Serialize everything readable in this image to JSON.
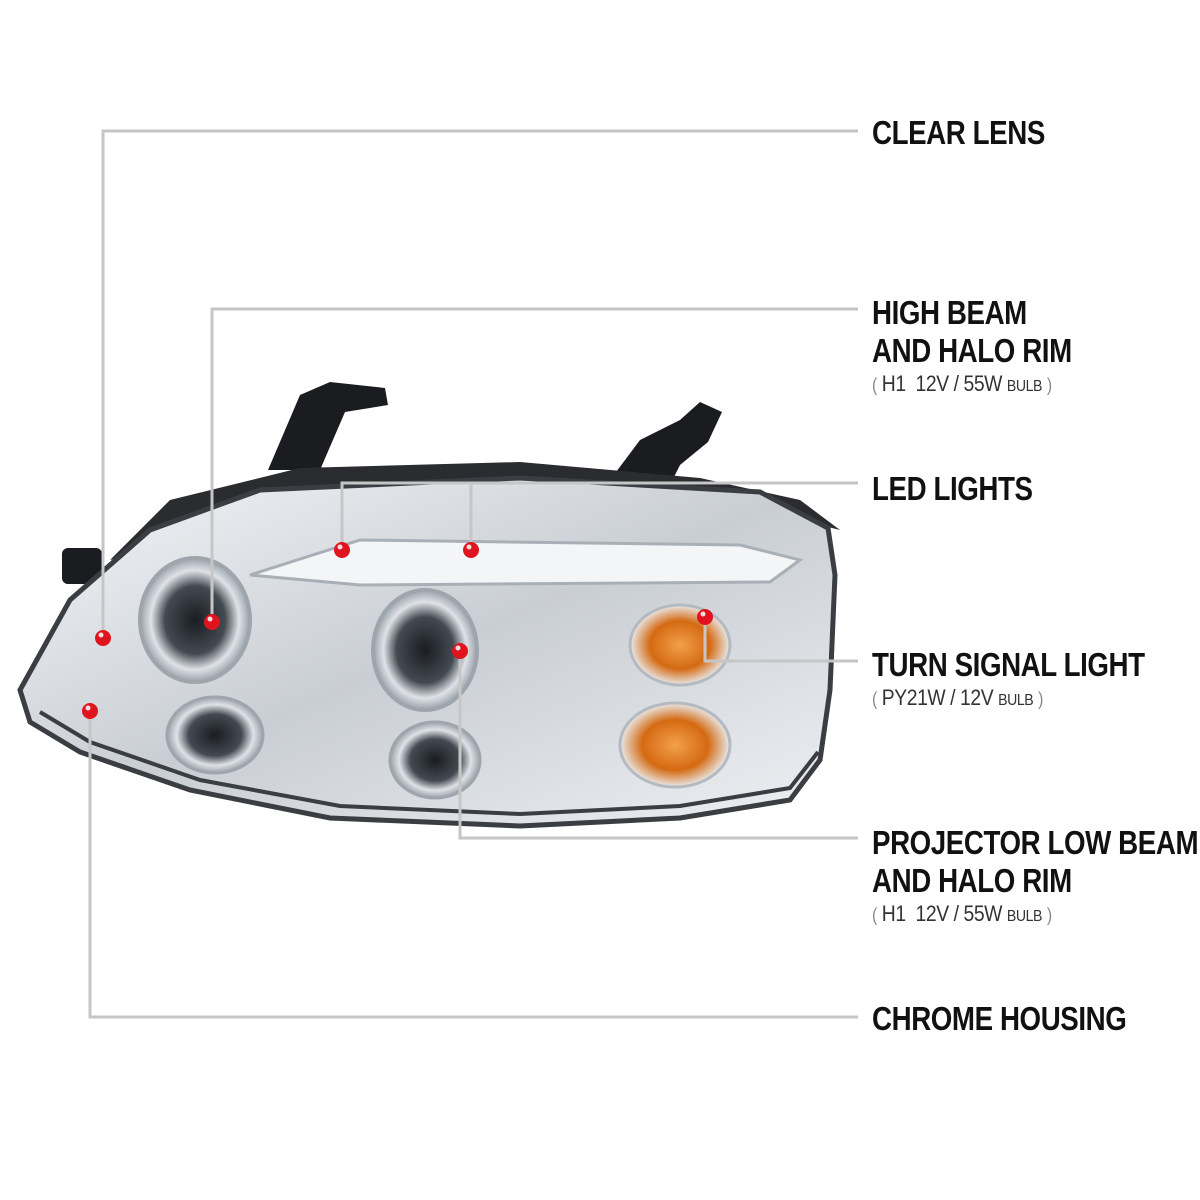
{
  "callouts": [
    {
      "id": "clear-lens",
      "lines": [
        "CLEAR LENS"
      ],
      "spec": null
    },
    {
      "id": "high-beam",
      "lines": [
        "HIGH BEAM",
        "AND HALO RIM"
      ],
      "spec": {
        "bulb_type": "H1",
        "rating": "12V / 55W",
        "suffix": "BULB"
      }
    },
    {
      "id": "led-lights",
      "lines": [
        "LED LIGHTS"
      ],
      "spec": null
    },
    {
      "id": "turn-signal",
      "lines": [
        "TURN SIGNAL LIGHT"
      ],
      "spec": {
        "bulb_type": "PY21W",
        "rating": "/ 12V",
        "suffix": "BULB"
      }
    },
    {
      "id": "low-beam",
      "lines": [
        "PROJECTOR LOW BEAM",
        "AND HALO RIM"
      ],
      "spec": {
        "bulb_type": "H1",
        "rating": "12V / 55W",
        "suffix": "BULB"
      }
    },
    {
      "id": "chrome-housing",
      "lines": [
        "CHROME HOUSING"
      ],
      "spec": null
    }
  ],
  "colors": {
    "leader_line": "#c6c6c6",
    "marker": "#e0141e",
    "chrome": "#d9dde2",
    "amber": "#e07a1a"
  }
}
